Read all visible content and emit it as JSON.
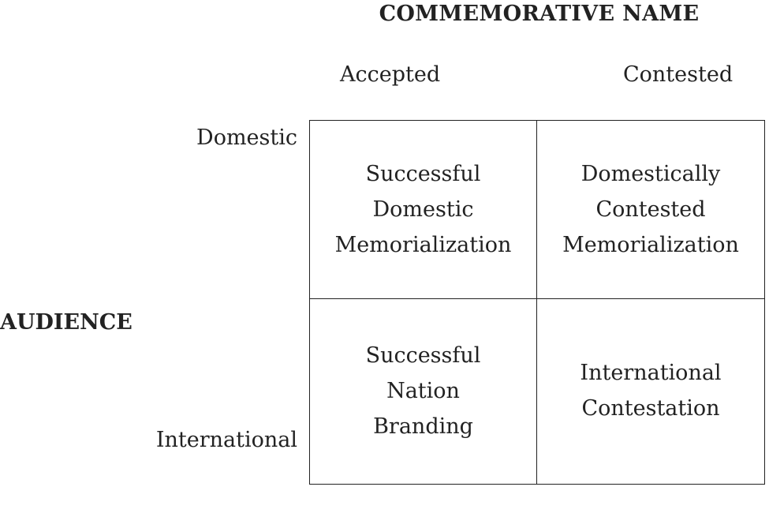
{
  "axes": {
    "column_title": "COMMEMORATIVE NAME",
    "columns": [
      "Accepted",
      "Contested"
    ],
    "row_title": "AUDIENCE",
    "rows": [
      "Domestic",
      "International"
    ]
  },
  "cells": {
    "domestic_accepted": "Successful\nDomestic\nMemorialization",
    "domestic_contested": "Domestically\nContested\nMemorialization",
    "international_accepted": "Successful\nNation\nBranding",
    "international_contested": "International\nContestation"
  }
}
